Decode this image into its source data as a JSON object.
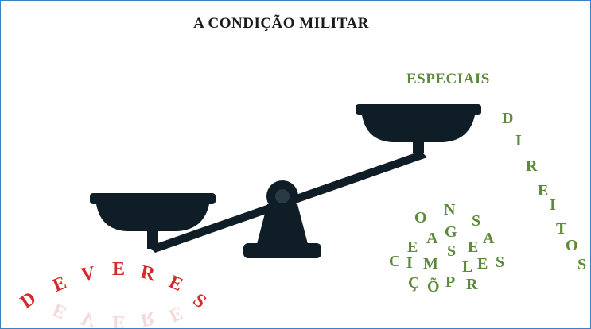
{
  "title": "A CONDIÇÃO MILITAR",
  "colors": {
    "scale": "#0f1e26",
    "green": "#5c8a3a",
    "red": "#d42a2a",
    "border": "#3b7fc4"
  },
  "scatter_label": "ESPECIAIS",
  "deveres_letters": [
    "D",
    "E",
    "V",
    "E",
    "R",
    "E",
    "S"
  ],
  "direitos_letters": [
    "D",
    "I",
    "R",
    "E",
    "I",
    "T",
    "O",
    "S"
  ],
  "pile_letters": [
    "O",
    "N",
    "S",
    "E",
    "A",
    "G",
    "E",
    "A",
    "C",
    "I",
    "M",
    "S",
    "L",
    "E",
    "S",
    "Ç",
    "Õ",
    "P",
    "R"
  ]
}
